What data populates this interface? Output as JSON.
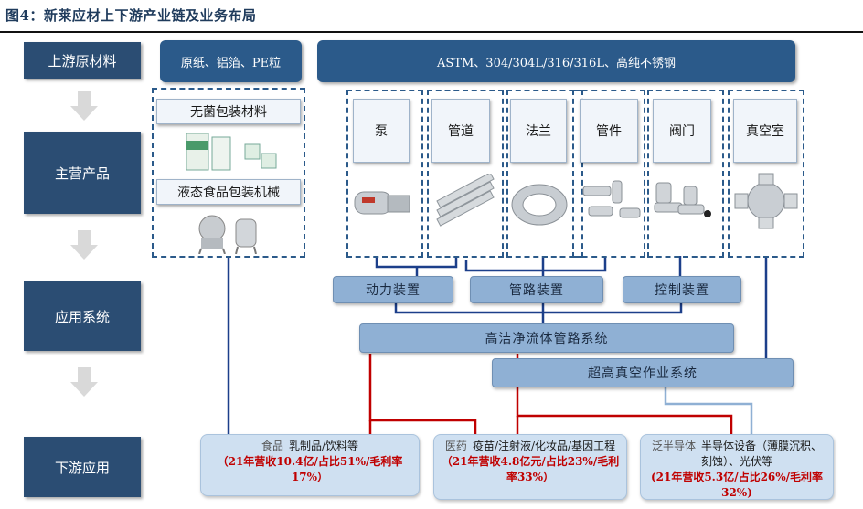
{
  "figure": {
    "title": "图4：新莱应材上下游产业链及业务布局"
  },
  "stages": {
    "upstream": "上游原材料",
    "products": "主营产品",
    "systems": "应用系统",
    "downstream": "下游应用"
  },
  "raw_materials": {
    "left": "原纸、铝箔、PE粒",
    "right": "ASTM、304/304L/316/316L、高纯不锈钢"
  },
  "packaging": {
    "material": "无菌包装材料",
    "machinery": "液态食品包装机械"
  },
  "products": [
    "泵",
    "管道",
    "法兰",
    "管件",
    "阀门",
    "真空室"
  ],
  "devices": {
    "power": "动力装置",
    "pipeline": "管路装置",
    "control": "控制装置"
  },
  "systems": {
    "fluid": "高洁净流体管路系统",
    "vacuum": "超高真空作业系统"
  },
  "downstream": {
    "food": {
      "category": "食品",
      "desc": "乳制品/饮料等",
      "stats": "（21年营收10.4亿/占比51%/毛利率17%）"
    },
    "pharma": {
      "category": "医药",
      "desc": "疫苗/注射液/化妆品/基因工程",
      "stats": "（21年营收4.8亿元/占比23%/毛利率33%）"
    },
    "semi": {
      "category": "泛半导体",
      "desc": "半导体设备（薄膜沉积、刻蚀）、光伏等",
      "stats": "(21年营收5.3亿/占比26%/毛利率32%)"
    }
  },
  "colors": {
    "navy": "#2b4d73",
    "link_blue": "#1c3f8a",
    "link_red": "#c00000",
    "light_blue": "#8fb0d4"
  }
}
